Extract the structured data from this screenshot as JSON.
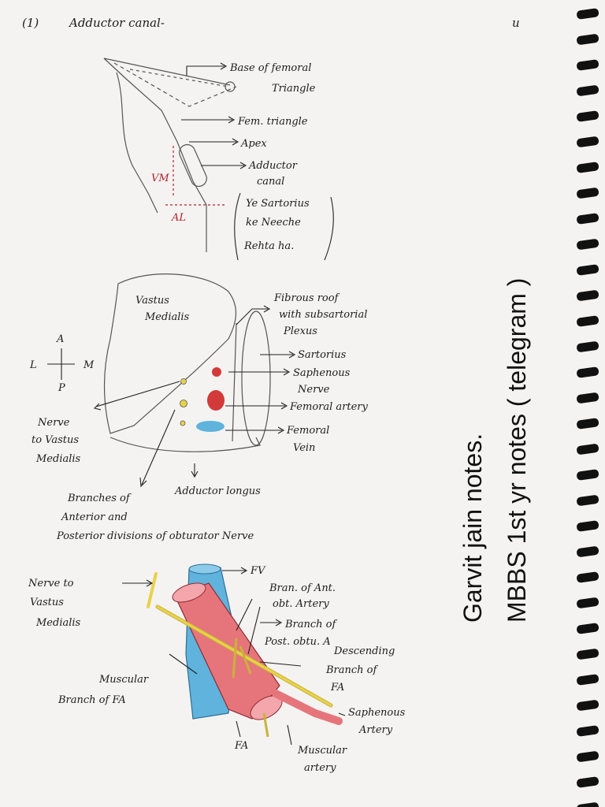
{
  "header": {
    "number": "(1)",
    "title": "Adductor canal-",
    "page_mark": "u"
  },
  "diagram1": {
    "labels": {
      "base": "Base of femoral",
      "base2": "Triangle",
      "fem": "Fem. triangle",
      "apex": "Apex",
      "adductor": "Adductor",
      "adductor2": "canal",
      "vm": "VM",
      "al": "AL",
      "note1": "Ye Sartorius",
      "note2": "ke Neeche",
      "note3": "Rehta ha."
    }
  },
  "diagram2": {
    "labels": {
      "vastus1": "Vastus",
      "vastus2": "Medialis",
      "fibrous1": "Fibrous roof",
      "fibrous2": "with subsartorial",
      "fibrous3": "Plexus",
      "sartorius": "Sartorius",
      "saphenous1": "Saphenous",
      "saphenous2": "Nerve",
      "femart": "Femoral artery",
      "femvein1": "Femoral",
      "femvein2": "Vein",
      "nerve1": "Nerve",
      "nerve2": "to Vastus",
      "nerve3": "Medialis",
      "branches1": "Branches of",
      "branches2": "Anterior and",
      "branches3": "Posterior divisions of obturator Nerve",
      "adductor_longus": "Adductor longus",
      "compass_a": "A",
      "compass_l": "L",
      "compass_m": "M",
      "compass_p": "P"
    }
  },
  "diagram3": {
    "labels": {
      "nerve1": "Nerve to",
      "nerve2": "Vastus",
      "nerve3": "Medialis",
      "fv": "FV",
      "branant1": "Bran. of Ant.",
      "branant2": "obt. Artery",
      "branpost1": "Branch of",
      "branpost2": "Post. obtu. A",
      "desc1": "Descending",
      "desc2": "Branch of",
      "desc3": "FA",
      "muscular1": "Muscular",
      "muscular2": "Branch of FA",
      "saph1": "Saphenous",
      "saph2": "Artery",
      "fa": "FA",
      "musart1": "Muscular",
      "musart2": "artery"
    }
  },
  "watermark": {
    "line1": "Garvit jain notes.",
    "line2": "MBBS 1st yr notes ( telegram )"
  },
  "colors": {
    "paper": "#f4f3f1",
    "ink": "#1c1c1c",
    "red_ink": "#b3202a",
    "artery": "#e6757b",
    "vein": "#5fb3dc",
    "nerve": "#e8d24a"
  }
}
